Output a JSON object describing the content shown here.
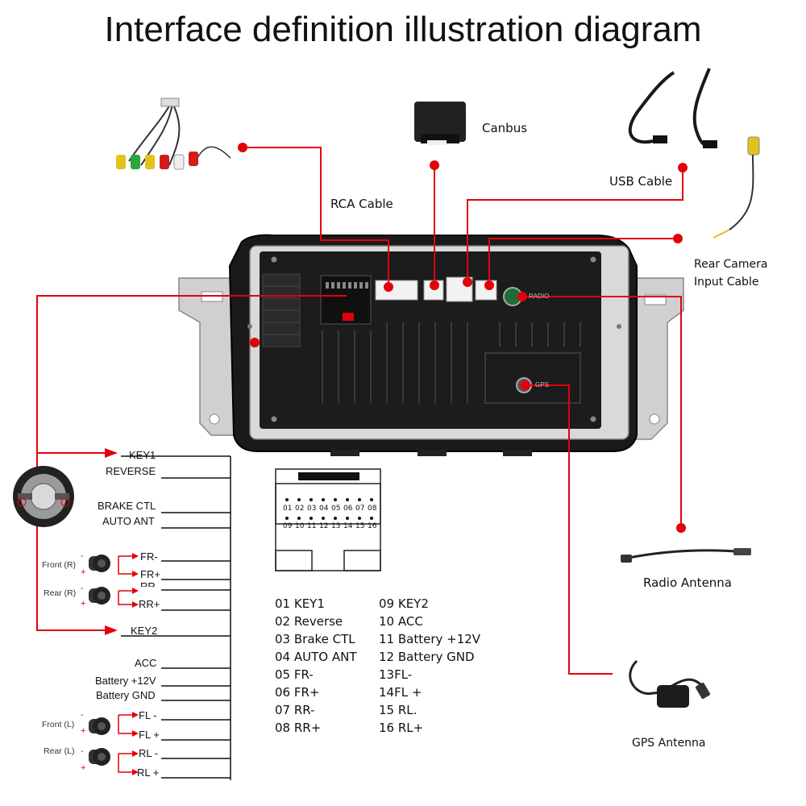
{
  "title": "Interface definition illustration diagram",
  "colors": {
    "wire": "#e3000b",
    "unit": "#111111",
    "bracket": "#c8c8c8",
    "label": "#111111"
  },
  "components": {
    "rca_cable": "RCA Cable",
    "canbus": "Canbus",
    "usb_cable": "USB Cable",
    "rear_camera_line1": "Rear Camera",
    "rear_camera_line2": "Input Cable",
    "radio_antenna": "Radio Antenna",
    "gps_antenna": "GPS Antenna"
  },
  "unit_marks": {
    "radio": "RADIO",
    "gps": "GPS"
  },
  "wiring": {
    "labels": [
      "KEY1",
      "REVERSE",
      "BRAKE CTL",
      "AUTO ANT",
      "FR-",
      "FR+",
      "RR-",
      "RR+",
      "KEY2",
      "ACC",
      "Battery +12V",
      "Battery GND",
      "FL -",
      "FL +",
      "RL -",
      "RL +"
    ],
    "speakers": [
      "Front (R)",
      "Rear (R)",
      "Front (L)",
      "Rear (L)"
    ]
  },
  "connector": {
    "row1": [
      "01",
      "02",
      "03",
      "04",
      "05",
      "06",
      "07",
      "08"
    ],
    "row2": [
      "09",
      "10",
      "11",
      "12",
      "13",
      "14",
      "15",
      "16"
    ]
  },
  "pin_legend": {
    "left": [
      "01 KEY1",
      "02 Reverse",
      "03 Brake CTL",
      "04 AUTO ANT",
      "05 FR-",
      "06 FR+",
      "07 RR-",
      "08 RR+"
    ],
    "right": [
      "09 KEY2",
      "10 ACC",
      "11 Battery +12V",
      "12 Battery GND",
      "13FL-",
      "14FL +",
      "15 RL.",
      "16 RL+"
    ]
  }
}
